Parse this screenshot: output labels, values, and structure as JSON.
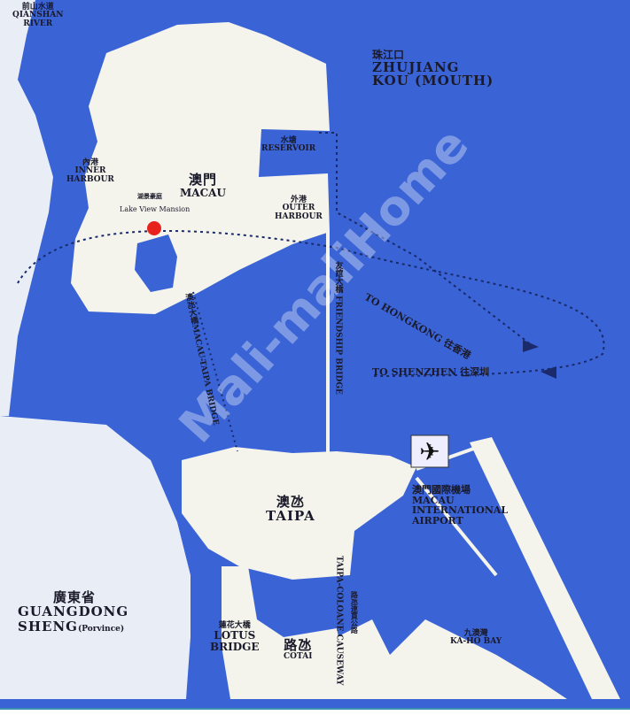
{
  "colors": {
    "water": "#3a63d6",
    "land": "#f4f4ec",
    "mainland": "#e9edf5",
    "marker": "#e8221c"
  },
  "labels": {
    "qianshan": {
      "zh": "前山水道",
      "en1": "QIANSHAN",
      "en2": "RIVER"
    },
    "zhujiang": {
      "zh": "珠江口",
      "en1": "ZHUJIANG",
      "en2": "KOU (MOUTH)"
    },
    "reservoir": {
      "zh": "水塘",
      "en": "RESERVOIR"
    },
    "inner_harbour": {
      "zh": "內港",
      "en1": "INNER",
      "en2": "HARBOUR"
    },
    "outer_harbour": {
      "zh": "外港",
      "en1": "OUTER",
      "en2": "HARBOUR"
    },
    "macau": {
      "zh": "澳門",
      "en": "MACAU"
    },
    "lake_view": {
      "zh": "湖景豪庭",
      "en": "Lake View Mansion"
    },
    "to_hongkong": "TO HONGKONG 往香港",
    "to_shenzhen": "TO SHENZHEN 往深圳",
    "friendship_bridge": {
      "zh": "友誼大橋",
      "en": "FRIENDSHIP BRIDGE"
    },
    "macau_taipa_bridge": {
      "zh": "澳氹大橋",
      "en": "MACAU-TAIPA BRIDGE"
    },
    "taipa": {
      "zh": "澳氹",
      "en": "TAIPA"
    },
    "airport": {
      "zh": "澳門國際機場",
      "en1": "MACAU",
      "en2": "INTERNATIONAL",
      "en3": "AIRPORT"
    },
    "causeway": {
      "zh": "路氹連貫公路",
      "en": "TAIPA-COLOANE CAUSEWAY"
    },
    "lotus_bridge": {
      "zh": "蓮花大橋",
      "en1": "LOTUS",
      "en2": "BRIDGE"
    },
    "cotai": {
      "zh": "路氹",
      "en": "COTAI"
    },
    "kaho_bay": {
      "zh": "九澳灣",
      "en": "KA-HO BAY"
    },
    "guangdong": {
      "zh": "廣東省",
      "en1": "GUANGDONG",
      "en2": "SHENG",
      "en3": "(Porvince)"
    }
  },
  "watermark": "Mali-maliHome"
}
